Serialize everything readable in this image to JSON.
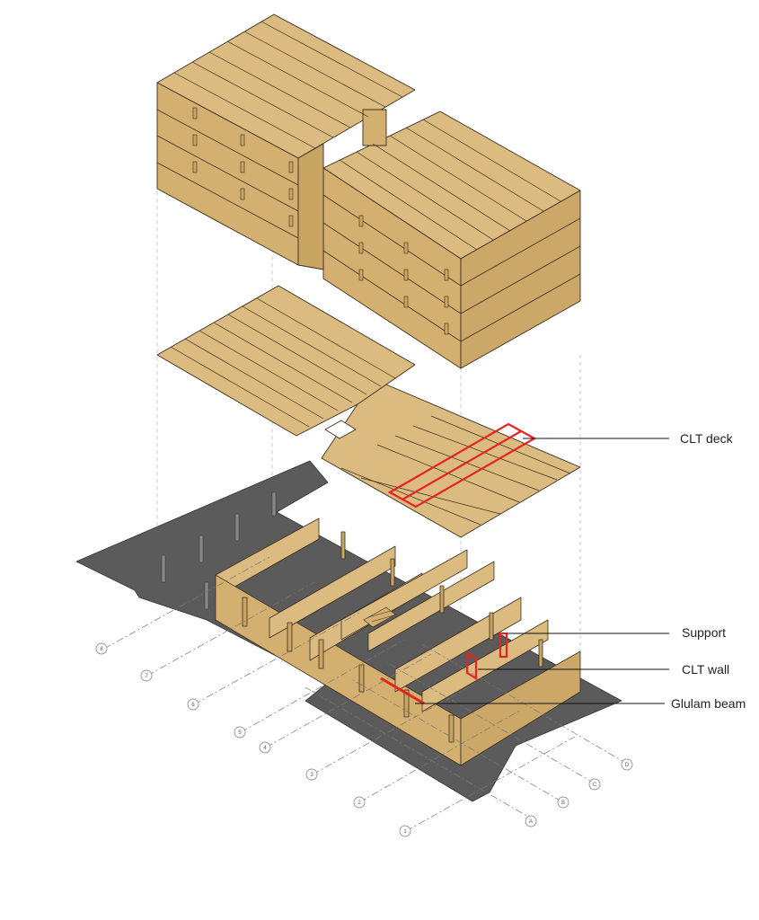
{
  "callouts": {
    "clt_deck": "CLT deck",
    "support": "Support",
    "clt_wall": "CLT wall",
    "glulam_beam": "Glulam beam"
  },
  "grid_labels": {
    "right": [
      "A",
      "B",
      "C",
      "D"
    ],
    "left": [
      "8",
      "7",
      "6",
      "5",
      "4",
      "3",
      "2",
      "1"
    ]
  },
  "colors": {
    "wood_top": "#dcbb81",
    "wood_side": "#d4b070",
    "wood_dark": "#c9a564",
    "slab": "#5b5b5b",
    "highlight": "#e52421",
    "line": "#3a2e1c"
  }
}
